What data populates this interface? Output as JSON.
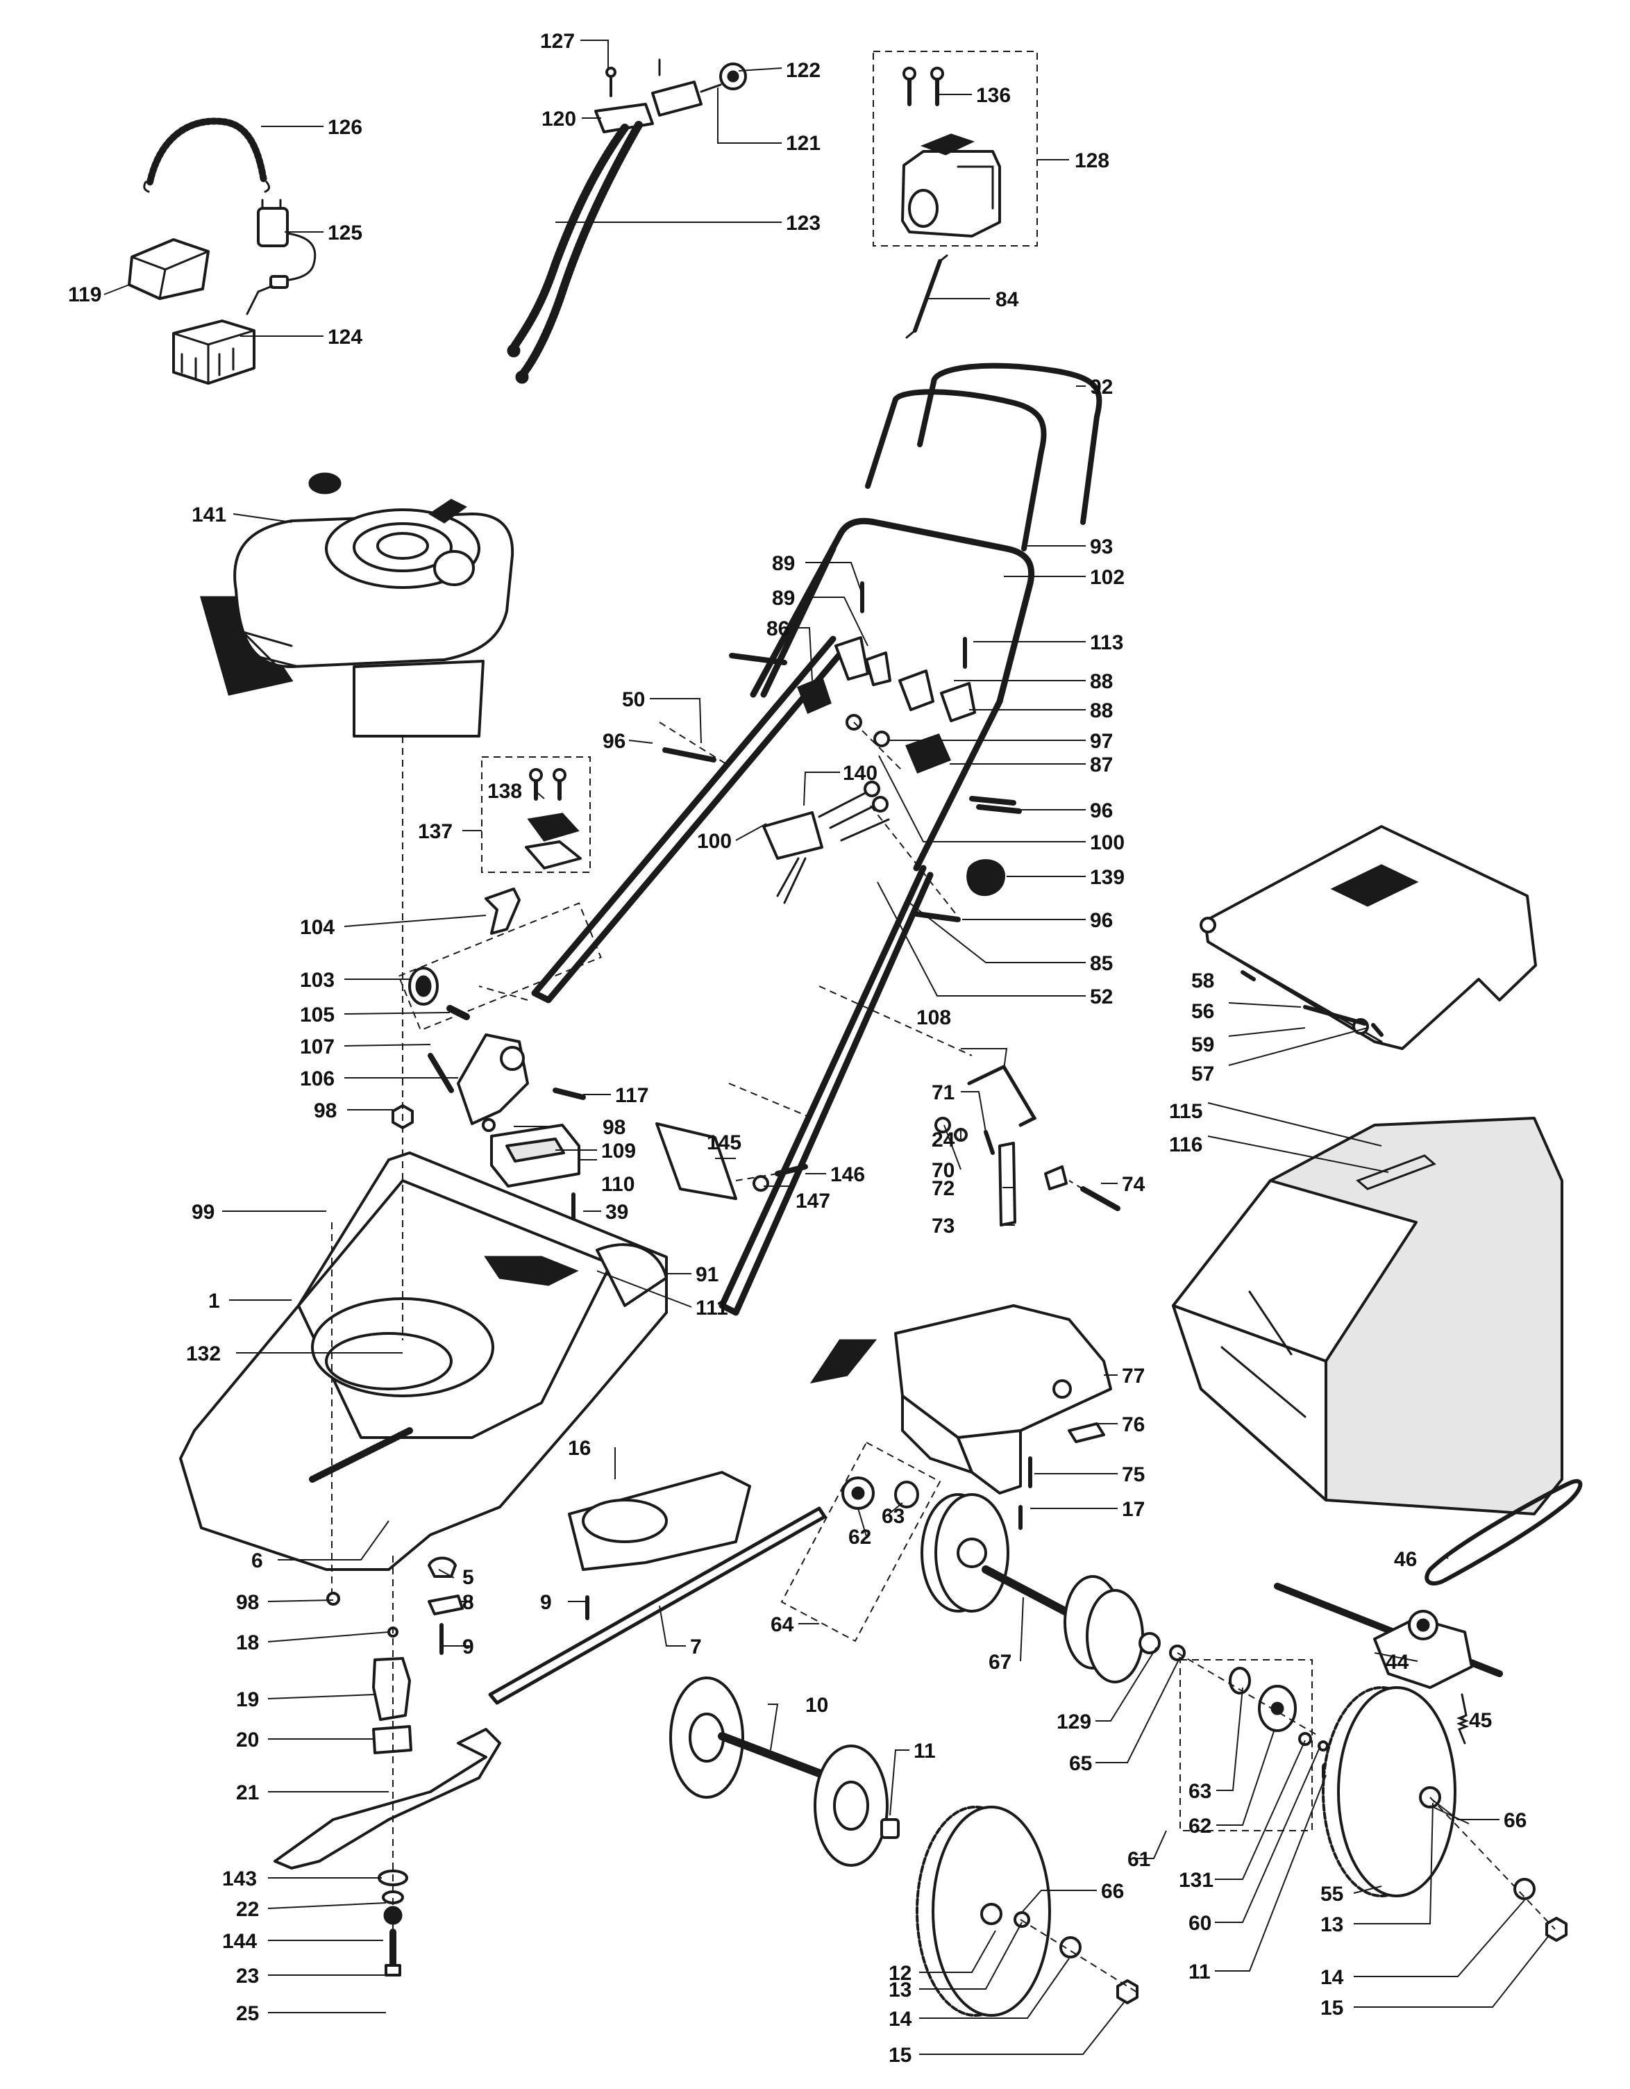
{
  "callouts": [
    {
      "id": "p127",
      "text": "127"
    },
    {
      "id": "p122",
      "text": "122"
    },
    {
      "id": "p120",
      "text": "120"
    },
    {
      "id": "p121",
      "text": "121"
    },
    {
      "id": "p123",
      "text": "123"
    },
    {
      "id": "p136",
      "text": "136"
    },
    {
      "id": "p128",
      "text": "128"
    },
    {
      "id": "p84",
      "text": "84"
    },
    {
      "id": "p126",
      "text": "126"
    },
    {
      "id": "p125",
      "text": "125"
    },
    {
      "id": "p119",
      "text": "119"
    },
    {
      "id": "p124",
      "text": "124"
    },
    {
      "id": "p92",
      "text": "92"
    },
    {
      "id": "p141",
      "text": "141"
    },
    {
      "id": "p93",
      "text": "93"
    },
    {
      "id": "p89a",
      "text": "89"
    },
    {
      "id": "p102",
      "text": "102"
    },
    {
      "id": "p89b",
      "text": "89"
    },
    {
      "id": "p113",
      "text": "113"
    },
    {
      "id": "p86",
      "text": "86"
    },
    {
      "id": "p88a",
      "text": "88"
    },
    {
      "id": "p50",
      "text": "50"
    },
    {
      "id": "p88b",
      "text": "88"
    },
    {
      "id": "p97",
      "text": "97"
    },
    {
      "id": "p96a",
      "text": "96"
    },
    {
      "id": "p87",
      "text": "87"
    },
    {
      "id": "p140",
      "text": "140"
    },
    {
      "id": "p138",
      "text": "138"
    },
    {
      "id": "p96b",
      "text": "96"
    },
    {
      "id": "p137",
      "text": "137"
    },
    {
      "id": "p100a",
      "text": "100"
    },
    {
      "id": "p100b",
      "text": "100"
    },
    {
      "id": "p139",
      "text": "139"
    },
    {
      "id": "p96c",
      "text": "96"
    },
    {
      "id": "p104",
      "text": "104"
    },
    {
      "id": "p85",
      "text": "85"
    },
    {
      "id": "p58",
      "text": "58"
    },
    {
      "id": "p103",
      "text": "103"
    },
    {
      "id": "p52",
      "text": "52"
    },
    {
      "id": "p56",
      "text": "56"
    },
    {
      "id": "p105",
      "text": "105"
    },
    {
      "id": "p108",
      "text": "108"
    },
    {
      "id": "p59",
      "text": "59"
    },
    {
      "id": "p107",
      "text": "107"
    },
    {
      "id": "p117",
      "text": "117"
    },
    {
      "id": "p57",
      "text": "57"
    },
    {
      "id": "p106",
      "text": "106"
    },
    {
      "id": "p98a",
      "text": "98"
    },
    {
      "id": "p71",
      "text": "71"
    },
    {
      "id": "p115",
      "text": "115"
    },
    {
      "id": "p98b",
      "text": "98"
    },
    {
      "id": "p109",
      "text": "109"
    },
    {
      "id": "p24",
      "text": "24"
    },
    {
      "id": "p116",
      "text": "116"
    },
    {
      "id": "p145",
      "text": "145"
    },
    {
      "id": "p110",
      "text": "110"
    },
    {
      "id": "p70",
      "text": "70"
    },
    {
      "id": "p146",
      "text": "146"
    },
    {
      "id": "p72",
      "text": "72"
    },
    {
      "id": "p74",
      "text": "74"
    },
    {
      "id": "p99",
      "text": "99"
    },
    {
      "id": "p39",
      "text": "39"
    },
    {
      "id": "p147",
      "text": "147"
    },
    {
      "id": "p73",
      "text": "73"
    },
    {
      "id": "p91",
      "text": "91"
    },
    {
      "id": "p1",
      "text": "1"
    },
    {
      "id": "p111",
      "text": "111"
    },
    {
      "id": "p132",
      "text": "132"
    },
    {
      "id": "p77",
      "text": "77"
    },
    {
      "id": "p76",
      "text": "76"
    },
    {
      "id": "p16",
      "text": "16"
    },
    {
      "id": "p75",
      "text": "75"
    },
    {
      "id": "p63a",
      "text": "63"
    },
    {
      "id": "p17",
      "text": "17"
    },
    {
      "id": "p62a",
      "text": "62"
    },
    {
      "id": "p6",
      "text": "6"
    },
    {
      "id": "p5",
      "text": "5"
    },
    {
      "id": "p46",
      "text": "46"
    },
    {
      "id": "p98c",
      "text": "98"
    },
    {
      "id": "p8",
      "text": "8"
    },
    {
      "id": "p9a",
      "text": "9"
    },
    {
      "id": "p64",
      "text": "64"
    },
    {
      "id": "p18",
      "text": "18"
    },
    {
      "id": "p9b",
      "text": "9"
    },
    {
      "id": "p7",
      "text": "7"
    },
    {
      "id": "p67",
      "text": "67"
    },
    {
      "id": "p44",
      "text": "44"
    },
    {
      "id": "p19",
      "text": "19"
    },
    {
      "id": "p10",
      "text": "10"
    },
    {
      "id": "p45",
      "text": "45"
    },
    {
      "id": "p129",
      "text": "129"
    },
    {
      "id": "p20",
      "text": "20"
    },
    {
      "id": "p11a",
      "text": "11"
    },
    {
      "id": "p65",
      "text": "65"
    },
    {
      "id": "p63b",
      "text": "63"
    },
    {
      "id": "p21",
      "text": "21"
    },
    {
      "id": "p62b",
      "text": "62"
    },
    {
      "id": "p66a",
      "text": "66"
    },
    {
      "id": "p61",
      "text": "61"
    },
    {
      "id": "p131",
      "text": "131"
    },
    {
      "id": "p143",
      "text": "143"
    },
    {
      "id": "p55",
      "text": "55"
    },
    {
      "id": "p66b",
      "text": "66"
    },
    {
      "id": "p22",
      "text": "22"
    },
    {
      "id": "p60",
      "text": "60"
    },
    {
      "id": "p13a",
      "text": "13"
    },
    {
      "id": "p144",
      "text": "144"
    },
    {
      "id": "p11b",
      "text": "11"
    },
    {
      "id": "p23",
      "text": "23"
    },
    {
      "id": "p12",
      "text": "12"
    },
    {
      "id": "p13b",
      "text": "13"
    },
    {
      "id": "p14a",
      "text": "14"
    },
    {
      "id": "p25",
      "text": "25"
    },
    {
      "id": "p14b",
      "text": "14"
    },
    {
      "id": "p15a",
      "text": "15"
    },
    {
      "id": "p15b",
      "text": "15"
    }
  ]
}
